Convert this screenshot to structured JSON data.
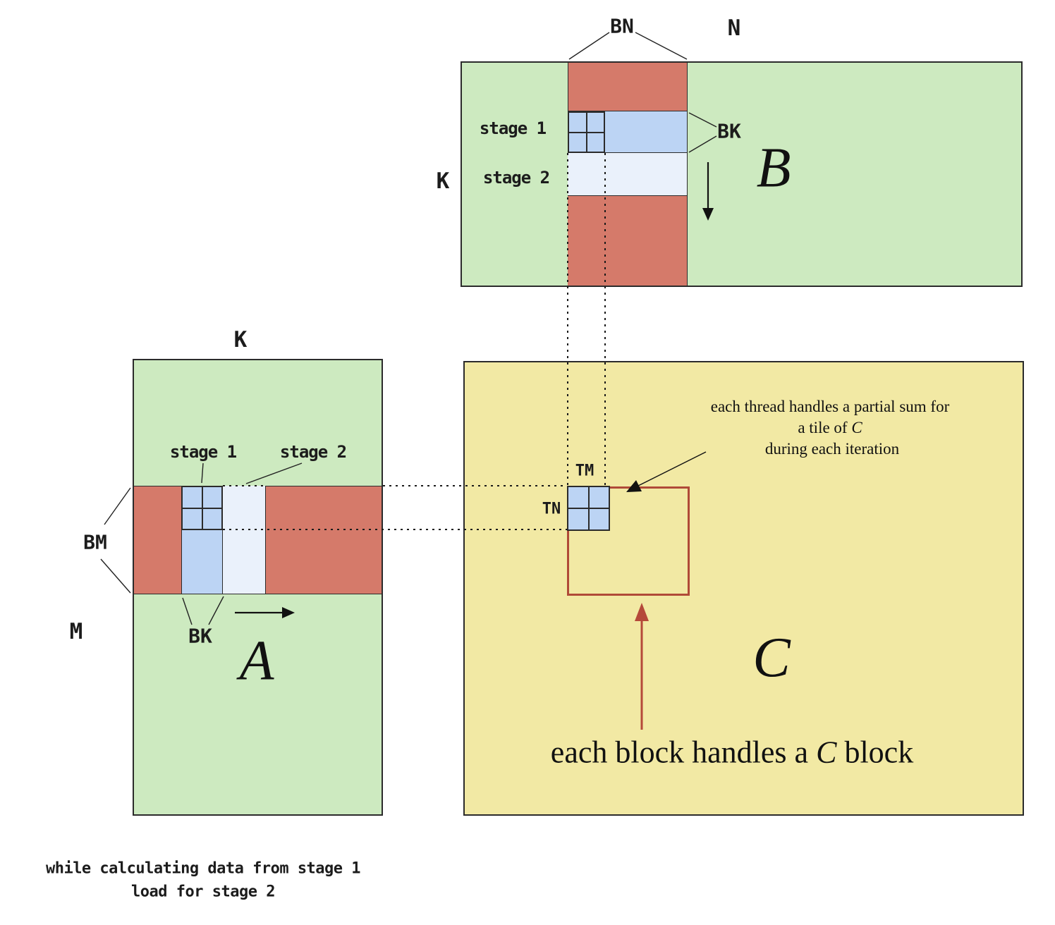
{
  "title": "GEMM double-buffered tiling diagram",
  "colors": {
    "matrix_green": "#cdeac0",
    "matrix_yellow": "#f2e9a4",
    "band_salmon": "#d57a6a",
    "stage1_blue": "#bcd4f4",
    "stage2_pale_blue": "#eaf1fb",
    "outline_dark": "#2b2b2b",
    "accent_red": "#b04a38"
  },
  "matrix_b": {
    "letter": "B",
    "n_label": "N",
    "k_label": "K",
    "bn_label": "BN",
    "bk_label": "BK",
    "stage1": "stage 1",
    "stage2": "stage 2"
  },
  "matrix_a": {
    "letter": "A",
    "k_label": "K",
    "m_label": "M",
    "bm_label": "BM",
    "bk_label": "BK",
    "stage1": "stage 1",
    "stage2": "stage 2"
  },
  "matrix_c": {
    "letter": "C",
    "tm_label": "TM",
    "tn_label": "TN",
    "thread_note_line1": "each thread handles a partial sum for",
    "thread_note_line2_prefix": "a tile of ",
    "thread_note_line2_var": "C",
    "thread_note_line3": "during each iteration",
    "block_note_prefix": "each block handles a ",
    "block_note_var": "C",
    "block_note_suffix": " block"
  },
  "footnote": {
    "line1": "while calculating data from stage 1",
    "line2": "load for stage 2"
  }
}
